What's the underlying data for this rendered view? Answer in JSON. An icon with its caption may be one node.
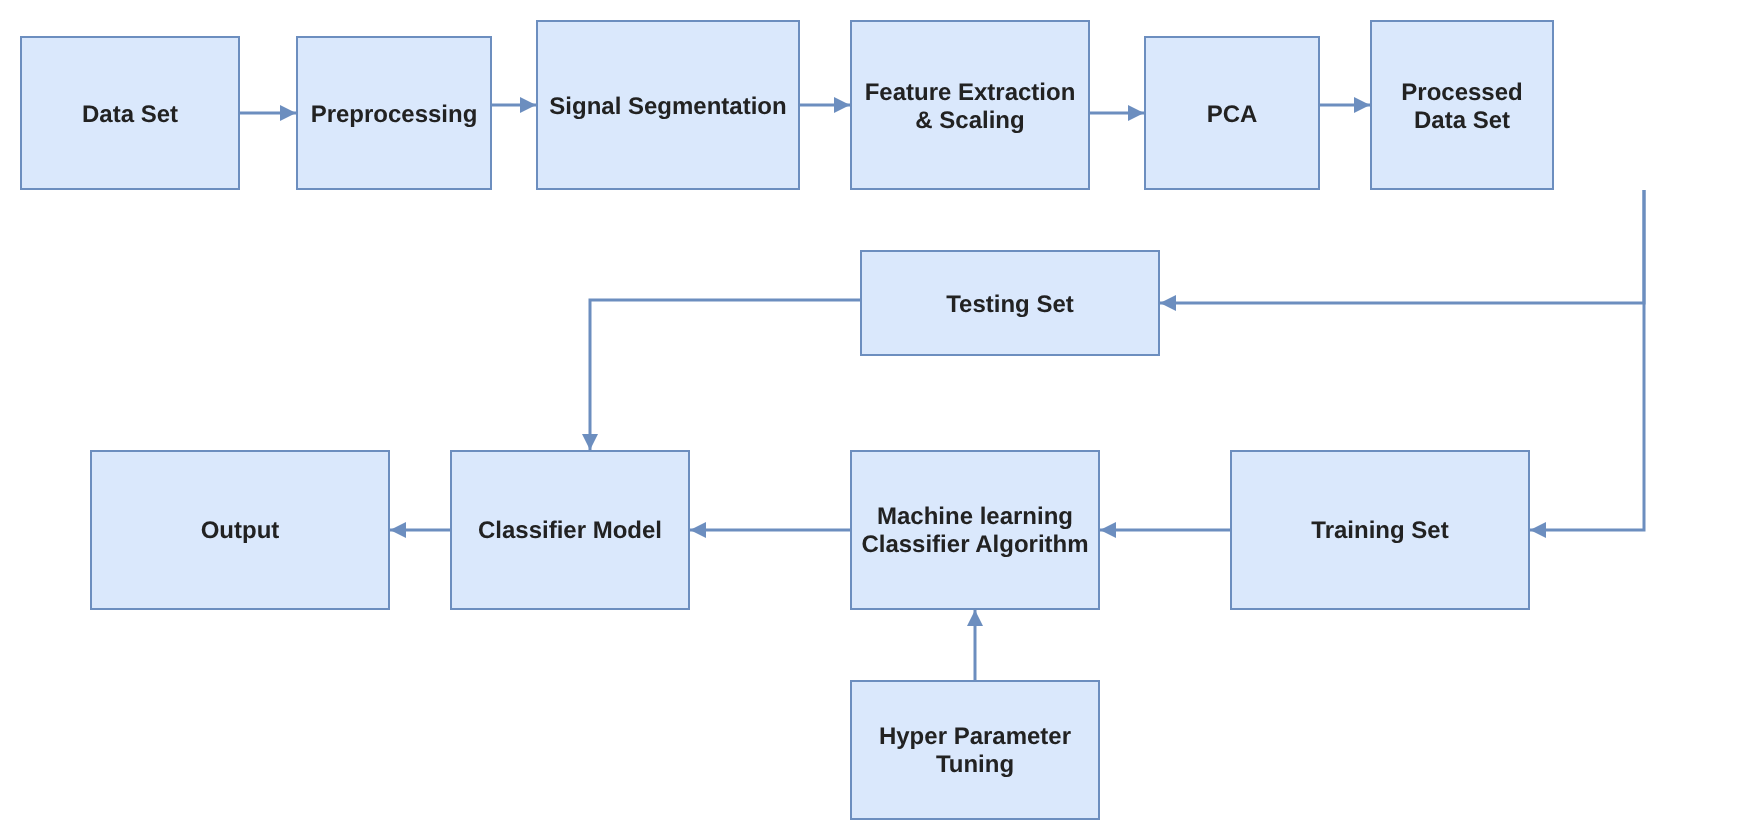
{
  "diagram": {
    "nodes": [
      {
        "text": [
          "Data Set"
        ]
      },
      {
        "text": [
          "Preprocessing"
        ]
      },
      {
        "text": [
          "Signal Segmentation"
        ]
      },
      {
        "text": [
          "Feature Extraction & Scaling"
        ]
      },
      {
        "text": [
          "PCA"
        ]
      },
      {
        "text": [
          "Processed Data Set"
        ]
      },
      {
        "text": [
          "Testing Set"
        ]
      },
      {
        "text": [
          "Output"
        ]
      },
      {
        "text": [
          "Classifier Model"
        ]
      },
      {
        "text": [
          "Machine learning Classifier Algorithm"
        ]
      },
      {
        "text": [
          "Training Set"
        ]
      },
      {
        "text": [
          "Hyper Parameter Tuning"
        ]
      }
    ],
    "edges": [
      {
        "from": 0,
        "to": 1,
        "arrow": "to"
      },
      {
        "from": 1,
        "to": 2,
        "arrow": "to"
      },
      {
        "from": 2,
        "to": 3,
        "arrow": "to"
      },
      {
        "from": 3,
        "to": 4,
        "arrow": "to"
      },
      {
        "from": 4,
        "to": 5,
        "arrow": "to"
      },
      {
        "from": 5,
        "to": 6,
        "arrow": "to"
      },
      {
        "from": 5,
        "to": 10,
        "arrow": "to"
      },
      {
        "from": 6,
        "to": 8,
        "arrow": "to"
      },
      {
        "from": 10,
        "to": 9,
        "arrow": "to"
      },
      {
        "from": 9,
        "to": 8,
        "arrow": "to"
      },
      {
        "from": 8,
        "to": 7,
        "arrow": "to"
      },
      {
        "from": 11,
        "to": 9,
        "arrow": "to"
      }
    ]
  }
}
